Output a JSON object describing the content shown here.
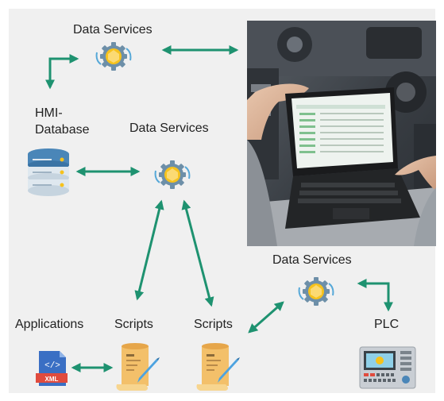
{
  "colors": {
    "background": "#ffffff",
    "panel": "#f0f0f0",
    "arrow": "#1e9270",
    "gear": "#6d8fa8",
    "core": "#f6c21c",
    "database": "#4a86b8",
    "scroll": "#f3c06a",
    "xml_file": "#3a6fc4",
    "xml_band": "#e04b3e",
    "plc_body": "#c9ced4"
  },
  "labels": {
    "data_services_top": "Data Services",
    "hmi_database": [
      "HMI-",
      "Database"
    ],
    "data_services_center": "Data Services",
    "data_services_right": "Data Services",
    "applications": "Applications",
    "scripts_left": "Scripts",
    "scripts_right": "Scripts",
    "plc": "PLC",
    "xml_badge": "XML",
    "xml_code": "</>"
  },
  "icons": {
    "data_services": "data-services-gear-icon",
    "database": "database-icon",
    "scripts": "script-scroll-icon",
    "xml": "xml-file-icon",
    "plc": "plc-panel-icon",
    "photo": "laptop-photo"
  }
}
